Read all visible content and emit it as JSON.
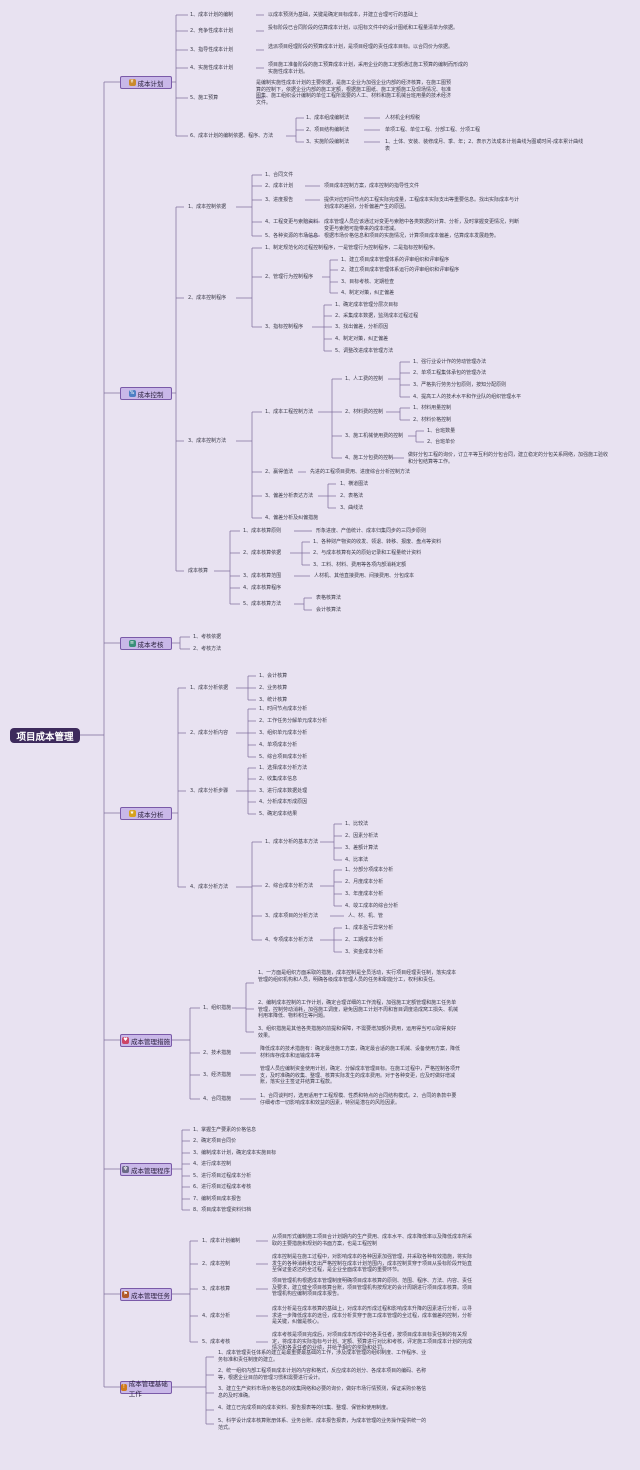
{
  "root": "项目成本管理",
  "plan": {
    "title": "成本计划",
    "c1": {
      "label": "1、成本计划的编制",
      "desc": "以成本预测为基础，关键是确定目标成本，并建立合理可行的基础上"
    },
    "c2": {
      "label": "2、竞争性成本计划",
      "desc": "投标阶段已合同阶段的估算成本计划，以招标文件中的设计图纸和工程量清单为依据。"
    },
    "c3": {
      "label": "3、指导性成本计划",
      "desc": "选派项目经理阶段的预算成本计划，是项目经理的责任成本目标。以合同价为依据。"
    },
    "c4": {
      "label": "4、实施性成本计划",
      "desc": "项目施工准备阶段的施工预算成本计划，采用企业的施工定额通过施工预算的编制而形成的实施性成本计划。"
    },
    "c5": {
      "label": "5、施工预算",
      "desc": "是编制实施性成本计划的主要依据，是施工企业为加强企业内部的经济核算，在施工图预算的控制下，依据企业内部的施工定额，根据施工图纸、施工定额施工及现场情况、标准图集、施工组织设计编制的单位工程所需要的人工、材料和施工机械台班用量的技术经济文件。"
    },
    "c6": {
      "label": "6、成本计划的编制依据、程序、方法",
      "items": [
        {
          "label": "1、成本组成编制法",
          "desc": "人材机企利规税"
        },
        {
          "label": "2、项目结构编制法",
          "desc": "单项工程、单位工程、分部工程、分项工程"
        },
        {
          "label": "3、实施阶段编制法",
          "desc": "1、土体、安装、装修成月、季、年；2、表示方法成本计划曲线为图或时间-成本累计曲线表"
        }
      ]
    }
  },
  "control": {
    "title": "成本控制",
    "basis": {
      "label": "1、成本控制依据",
      "items": [
        {
          "label": "1、合同文件",
          "desc": ""
        },
        {
          "label": "2、成本计划",
          "desc": "项目成本控制方案，成本控制的指导性文件"
        },
        {
          "label": "3、进度报告",
          "desc": "提供对应时间节点的工程实际完成量，工程成本实际支出等重要信息。找出实际成本与计划成本的差别，分析偏差产生的原因。"
        },
        {
          "label": "4、工程变更与索赔资料",
          "desc": "成本管理人员应该通过对变更与索赔中各类数据的计算、分析，及时掌握变更情况，判断变更与索赔可能带来的成本增减。"
        },
        {
          "label": "5、各种资源的市场信息",
          "desc": "根据市场价格信息和项目的实施情况，计算项目成本偏差，估算成本发展趋势。"
        }
      ]
    },
    "proc": {
      "label": "2、成本控制程序",
      "p1": "1、制定规范化的过程控制程序，一是管理行为控制程序，二是指标控制程序。",
      "p2": {
        "label": "2、管理行为控制程序",
        "items": [
          "1、建立项目成本管理体系的评审组织和评审程序",
          "2、建立项目成本管理体系运行的评审组织和评审程序",
          "3、目标考核、定期检查",
          "4、制定对策，纠正偏差"
        ]
      },
      "p3": {
        "label": "3、指标控制程序",
        "items": [
          "1、确定成本管理分层次目标",
          "2、采集成本数据，监测成本过程过程",
          "3、找出偏差，分析原因",
          "4、制定对策，纠正偏差",
          "5、调整改进成本管理方法"
        ]
      }
    },
    "method": {
      "label": "3、成本控制方法",
      "engineering": {
        "label": "1、成本工程控制方法",
        "labor": {
          "label": "1、人工费的控制",
          "items": [
            "1、强行业设计作的劳动管理办法",
            "2、单项工程集体承包的管理办法",
            "3、严格执行劳务分包原则，按知分配原则",
            "4、提高工人的技术水平和作业队的组织管理水平"
          ]
        },
        "material": {
          "label": "2、材料费的控制",
          "items": [
            "1、材料用量控制",
            "2、材料价格控制"
          ]
        },
        "machine": {
          "label": "3、施工机械使用费的控制",
          "items": [
            "1、台班数量",
            "2、台班单价"
          ]
        },
        "sub": {
          "label": "4、施工分包费的控制",
          "desc": "做好分包工程的询价，订立平等互利的分包合同，建立稳定的分包关系网络，加强施工验收和分包结算等工作。"
        }
      },
      "earned": {
        "label": "2、赢得值法",
        "desc": "先进的工程项目费用、进度综合分析控制方法"
      },
      "deviation": {
        "label": "3、偏差分析表达方法",
        "items": [
          "1、横道图法",
          "2、表格法",
          "3、曲线法"
        ]
      },
      "tools": "4、偏差分析及纠偏措施"
    },
    "accounting": {
      "label": "成本核算",
      "principle": {
        "label": "1、成本核算原则",
        "desc": "形象进度、产值统计、成本归集同步的三同步原则"
      },
      "basis": {
        "label": "2、成本核算依据",
        "items": [
          "1、各种财产物资的收发、领退、转移、报废、盘点等资料",
          "2、与成本核算有关的原始记录和工程量统计资料",
          "3、工料、材料、费用等各项内部消耗定额"
        ]
      },
      "scope": {
        "label": "3、成本核算范围",
        "desc": "人材机、其他直接费用、间接费用、分包成本"
      },
      "program": "4、成本核算程序",
      "method": {
        "label": "5、成本核算方法",
        "items": [
          "表格核算法",
          "会计核算法"
        ]
      }
    }
  },
  "exam": {
    "title": "成本考核",
    "items": [
      "1、考核依据",
      "2、考核方法"
    ]
  },
  "analysis": {
    "title": "成本分析",
    "basis": {
      "label": "1、成本分析依据",
      "items": [
        "1、会计核算",
        "2、业务核算",
        "3、统计核算"
      ]
    },
    "content": {
      "label": "2、成本分析内容",
      "items": [
        "1、时间节点成本分析",
        "2、工作任务分解单元成本分析",
        "3、组织单元成本分析",
        "4、单项成本分析",
        "5、综合项目成本分析"
      ]
    },
    "steps": {
      "label": "3、成本分析步骤",
      "items": [
        "1、选择成本分析方法",
        "2、收集成本信息",
        "3、进行成本数据处理",
        "4、分析成本形成原因",
        "5、确定成本结果"
      ]
    },
    "methods": {
      "label": "4、成本分析方法",
      "basic": {
        "label": "1、成本分析的基本方法",
        "items": [
          "1、比较法",
          "2、因素分析法",
          "3、差额计算法",
          "4、比率法"
        ]
      },
      "combined": {
        "label": "2、综合成本分析方法",
        "items": [
          "1、分部分项成本分析",
          "2、月度成本分析",
          "3、年度成本分析",
          "4、竣工成本的综合分析"
        ]
      },
      "item": {
        "label": "3、成本项目的分析方法",
        "desc": "人、材、机、管"
      },
      "special": {
        "label": "4、专项成本分析方法",
        "items": [
          "1、成本盈亏异常分析",
          "2、工期成本分析",
          "3、资金成本分析"
        ]
      }
    }
  },
  "measures": {
    "title": "成本管理措施",
    "org": {
      "label": "1、组织措施",
      "items": [
        "1、一方面是组织方面采取的措施，成本控制是全员活动，实行项目经理责任制，落实成本管理的组织机构和人员，明确各级成本管理人员的任务和职能分工，权利和责任。",
        "2、编制成本控制的工作计划，确定合理详细的工作流程，加强施工定额管理和施工任务单管理，控制劳动消耗，加强施工调度，避免因施工计划不周和盲目调度造成窝工损失、机械利用率降低、物料积压等问题。",
        "3、组织措施是其他各类措施的前提和保障，不需要增加额外费用，运用得当可以取得良好效果。"
      ]
    },
    "tech": {
      "label": "2、技术措施",
      "desc": "降低成本的技术措施有：确定最佳施工方案，确定最合适的施工机械、设备使用方案，降低材料库存成本和运输成本等"
    },
    "eco": {
      "label": "3、经济措施",
      "desc": "管理人员应编制资金使用计划，确定、分解成本管理目标。在施工过程中，严格控制各项开支，及时准确的收集、整理、核算实际发生的成本费用。对于各种变更，应及时做好增减账，落实业主签证并结算工程款。"
    },
    "contract": {
      "label": "4、合同措施",
      "desc": "1、合同谈判时，选用适用于工程规模、性质和特点的合同结构模式。2、合同的条款中要仔细考虑一切影响成本和效益的因素，特别是潜在的风险因素。"
    }
  },
  "program": {
    "title": "成本管理程序",
    "items": [
      "1、掌握生产要素的价格信息",
      "2、确定项目合同价",
      "3、编制成本计划，确定成本实施目标",
      "4、进行成本控制",
      "5、进行项目过程成本分析",
      "6、进行项目过程成本考核",
      "7、编制项目成本报告",
      "8、项目成本管理资料归档"
    ]
  },
  "tasks": {
    "title": "成本管理任务",
    "items": [
      {
        "label": "1、成本计划编制",
        "desc": "从项目形式编制施工项目合计划期内的生产费用、成本水平、成本降低率以及降低成本所采取的主要措施和规划的书面方案，也是工程控制"
      },
      {
        "label": "2、成本控制",
        "desc": "成本控制是在施工过程中，对影响成本的各种因素加强管理，并采取各种有效措施，将实际发生的各种消耗和支出严格控制在成本计划范围内，成本控制贯穿于项目从投标阶段开始直至保证金返还的全过程，是企业全面成本管理的重要环节。"
      },
      {
        "label": "3、成本核算",
        "desc": "项目管理机构根据成本管理制度明确项目成本核算的原则、范围、程序、方法、内容、责任及要求，建立健全项目核算台账，项目管理机构按规定的会计周期进行项目成本核算。项目管理机构应编制项目成本报告。"
      },
      {
        "label": "4、成本分析",
        "desc": "成本分析是在成本核算的基础上，对成本的形成过程和影响成本升降的因素进行分析，以寻求进一步降低成本的途径，成本分析贯穿于施工成本管理的全过程，成本偏差的控制，分析是关键，纠偏是核心。"
      },
      {
        "label": "5、成本考核",
        "desc": "成本考核是项目完成后，对项目成本形成中的各责任者，按项目成本目标责任制的有关规定，将成本的实际指标与计划、定额、预算进行对比和考核，评定施工项目成本计划的完成情况和各责任者的业绩，并给予相应的奖励和处罚。"
      }
    ]
  },
  "foundation": {
    "title": "成本管理基础工作",
    "items": [
      "1、成本管理责任体系的建立是最重要最基础的工作，涉及成本管理的组织制度、工作程序、业务标准和责任制度的建立。",
      "2、统一组织内部工程项目成本计划的内容和格式，反应成本的划分、各成本项目的编码、名称等，根据企业目前的管理习惯和需要进行设计。",
      "3、建立生产资料市场价格信息的收集网络和必要的询价，做好市场行情预测，保证采购价格信息的及时准确。",
      "4、建立已完成项目的成本资料、报告报表等的归集、整理、保管和使用制度。",
      "5、科学设计成本核算账册体系、业务台账、成本报告报表，为成本管理的业务操作提供统一的范式。"
    ]
  },
  "colors": {
    "root": "#3d2a5c",
    "branch": "#c9b8e8",
    "line": "#7b6a9a",
    "text": "#3a3a48"
  },
  "icons": [
    "coin-icon",
    "percent-icon",
    "clipboard-icon",
    "star-icon",
    "heart-icon",
    "gear-icon",
    "flag-icon",
    "warning-icon"
  ]
}
